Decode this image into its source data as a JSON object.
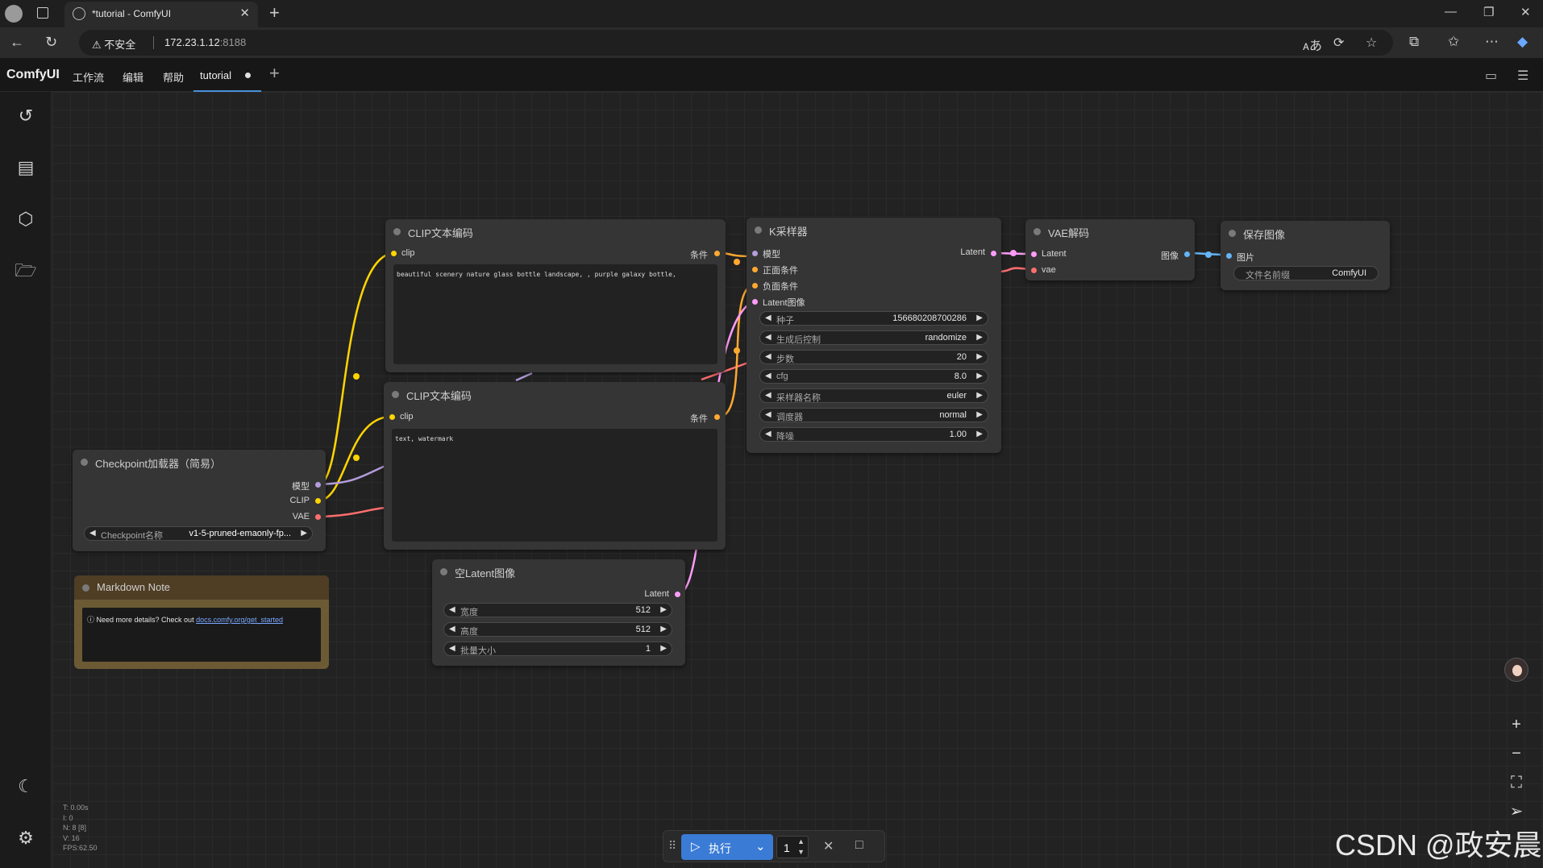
{
  "browser": {
    "tab_title": "*tutorial - ComfyUI",
    "security_label": "不安全",
    "url_host": "172.23.1.12",
    "url_port": ":8188"
  },
  "app": {
    "brand": "ComfyUI",
    "menu": [
      "工作流",
      "编辑",
      "帮助"
    ],
    "workflow_tab": "tutorial"
  },
  "nodes": {
    "clip_pos": {
      "title": "CLIP文本编码",
      "input": "clip",
      "output": "条件",
      "text": "beautiful scenery nature glass bottle landscape, , purple galaxy bottle,"
    },
    "clip_neg": {
      "title": "CLIP文本编码",
      "input": "clip",
      "output": "条件",
      "text": "text, watermark"
    },
    "ksampler": {
      "title": "K采样器",
      "inputs": [
        "模型",
        "正面条件",
        "负面条件",
        "Latent图像"
      ],
      "output": "Latent",
      "widgets": [
        {
          "label": "种子",
          "value": "156680208700286"
        },
        {
          "label": "生成后控制",
          "value": "randomize"
        },
        {
          "label": "步数",
          "value": "20"
        },
        {
          "label": "cfg",
          "value": "8.0"
        },
        {
          "label": "采样器名称",
          "value": "euler"
        },
        {
          "label": "调度器",
          "value": "normal"
        },
        {
          "label": "降噪",
          "value": "1.00"
        }
      ]
    },
    "vae_decode": {
      "title": "VAE解码",
      "inputs": [
        "Latent",
        "vae"
      ],
      "output": "图像"
    },
    "save_image": {
      "title": "保存图像",
      "input": "图片",
      "widget": {
        "label": "文件名前缀",
        "value": "ComfyUI"
      }
    },
    "checkpoint": {
      "title": "Checkpoint加载器（简易）",
      "outputs": [
        "模型",
        "CLIP",
        "VAE"
      ],
      "widget": {
        "label": "Checkpoint名称",
        "value": "v1-5-pruned-emaonly-fp..."
      }
    },
    "empty_latent": {
      "title": "空Latent图像",
      "output": "Latent",
      "widgets": [
        {
          "label": "宽度",
          "value": "512"
        },
        {
          "label": "高度",
          "value": "512"
        },
        {
          "label": "批量大小",
          "value": "1"
        }
      ]
    },
    "markdown_note": {
      "title": "Markdown Note",
      "text": "ⓘ Need more details? Check out ",
      "link": "docs.comfy.org/get_started"
    }
  },
  "stats": {
    "t": "T: 0.00s",
    "i": "I: 0",
    "n": "N: 8 [8]",
    "v": "V: 16",
    "fps": "FPS:62.50"
  },
  "runbar": {
    "run_label": "执行",
    "batch_count": "1"
  },
  "watermark": "CSDN @政安晨",
  "colors": {
    "clip_link": "#ffd500",
    "model_link": "#b39ddb",
    "vae_link": "#ff6e6e",
    "conditioning_link": "#ffa931",
    "latent_link": "#ff9cf9",
    "image_link": "#64b5f6",
    "run_button": "#3a7bd5"
  }
}
